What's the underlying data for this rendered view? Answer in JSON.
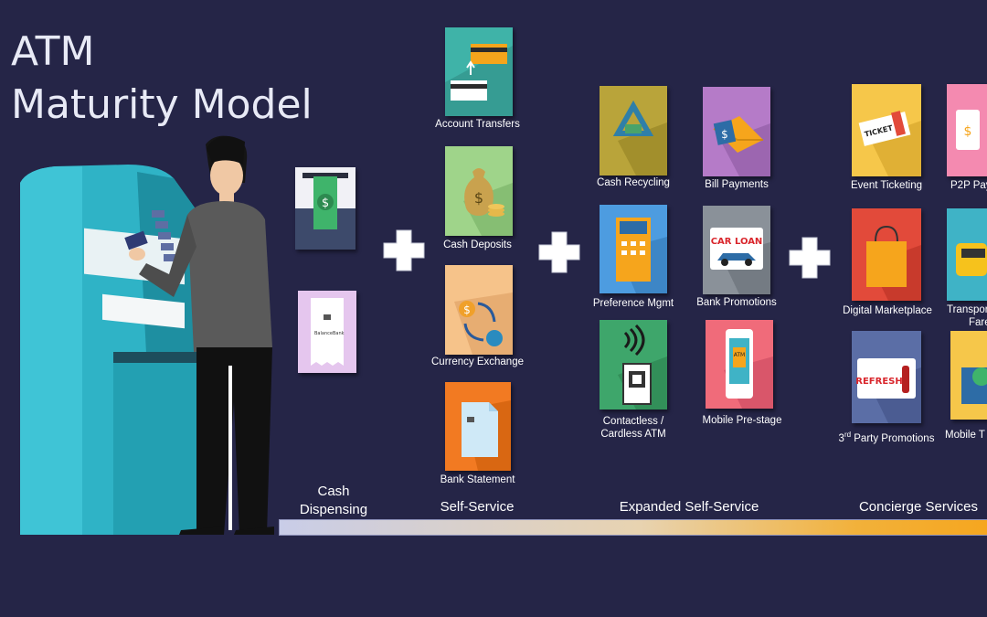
{
  "title": {
    "line1": "ATM",
    "line2": "Maturity Model"
  },
  "stages": {
    "cash_dispensing_1": "Cash",
    "cash_dispensing_2": "Dispensing",
    "self_service": "Self-Service",
    "expanded_self_service": "Expanded Self-Service",
    "concierge_services": "Concierge Services"
  },
  "tiles": {
    "account_transfers": "Account Transfers",
    "cash_deposits": "Cash Deposits",
    "currency_exchange": "Currency Exchange",
    "bank_statement": "Bank Statement",
    "cash_recycling": "Cash Recycling",
    "bill_payments": "Bill Payments",
    "preference_mgmt": "Preference Mgmt",
    "bank_promotions": "Bank Promotions",
    "contactless_1": "Contactless /",
    "contactless_2": "Cardless ATM",
    "mobile_prestage": "Mobile Pre-stage",
    "event_ticketing": "Event Ticketing",
    "p2p_payments": "P2P Pay",
    "digital_marketplace": "Digital Marketplace",
    "transport_1": "Transpor",
    "transport_2": "Fare",
    "third_party_sup": "rd",
    "third_party_pre": "3",
    "third_party_post": " Party Promotions",
    "mobile_t": "Mobile T"
  },
  "icon_text": {
    "car_loan": "CAR LOAN",
    "refresh": "REFRESH",
    "ticket": "TICKET",
    "atm": "ATM",
    "balance": "Balance",
    "bank": "Bank",
    "dollar": "$"
  },
  "colors": {
    "background": "#252547",
    "bar_start": "#c9cde8",
    "bar_end": "#f6a51c"
  }
}
